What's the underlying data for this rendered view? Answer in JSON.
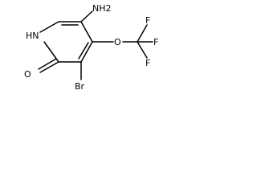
{
  "molecule": {
    "atoms": {
      "amine": "NH2",
      "ring_nitrogen": "HN",
      "carbonyl_oxygen": "O",
      "bromine": "Br",
      "ether_oxygen": "O",
      "fluorine_1": "F",
      "fluorine_2": "F",
      "fluorine_3": "F"
    }
  }
}
